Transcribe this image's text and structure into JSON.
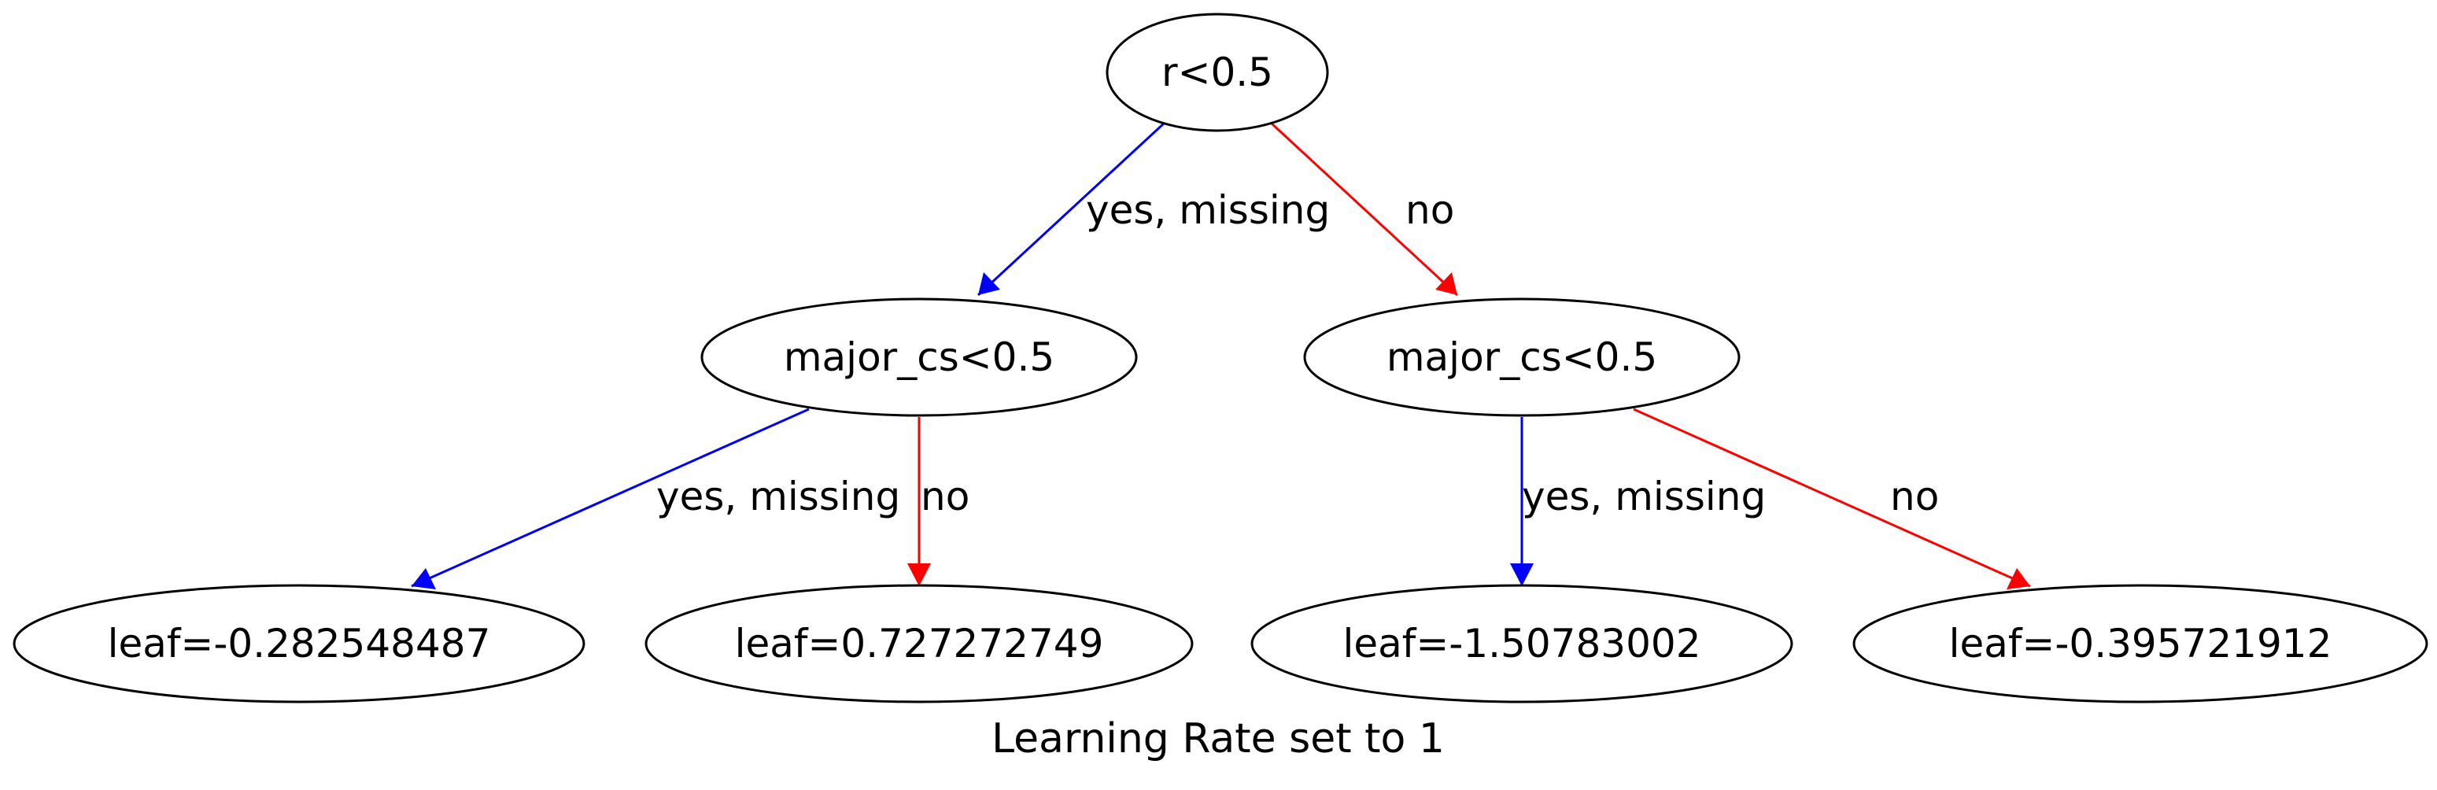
{
  "colors": {
    "yes_edge": "#0000ff",
    "no_edge": "#ff0000",
    "node_stroke": "#000000"
  },
  "nodes": {
    "root": "r<0.5",
    "left": "major_cs<0.5",
    "right": "major_cs<0.5",
    "leaf_ll": "leaf=-0.282548487",
    "leaf_lr": "leaf=0.727272749",
    "leaf_rl": "leaf=-1.50783002",
    "leaf_rr": "leaf=-0.395721912"
  },
  "edges": {
    "root_left": "yes, missing",
    "root_right": "no",
    "left_ll": "yes, missing",
    "left_lr": "no",
    "right_rl": "yes, missing",
    "right_rr": "no"
  },
  "caption": "Learning Rate set to 1"
}
